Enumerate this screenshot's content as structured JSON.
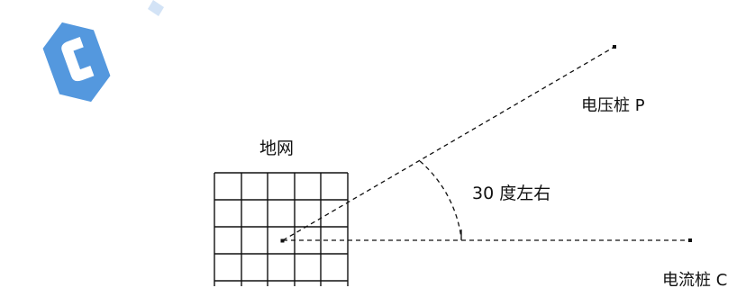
{
  "diagram": {
    "grid_label": "地网",
    "angle_label": "30 度左右",
    "voltage_stake_label": "电压桩 P",
    "current_stake_label": "电流桩 C"
  },
  "colors": {
    "line": "#111111",
    "watermark": "#2a7fd6",
    "background": "#ffffff"
  },
  "icons": {
    "watermark": "watermark-logo-icon"
  }
}
